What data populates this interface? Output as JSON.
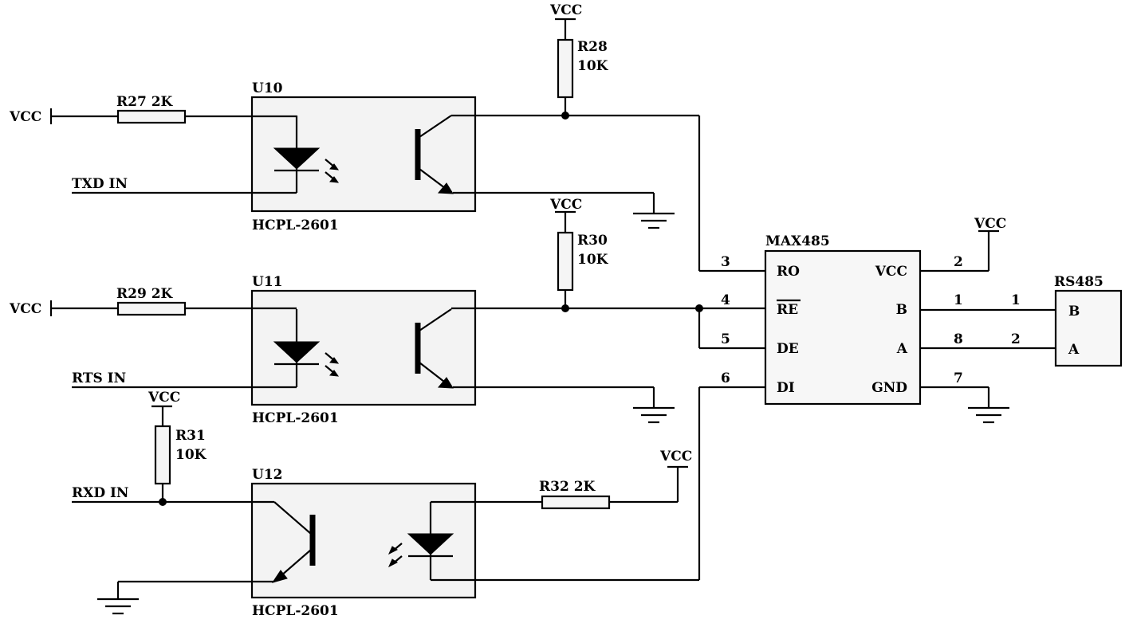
{
  "power": {
    "vcc": "VCC"
  },
  "signals": {
    "txd": "TXD IN",
    "rts": "RTS IN",
    "rxd": "RXD IN"
  },
  "resistors": {
    "r27": "R27 2K",
    "r28_ref": "R28",
    "r28_val": "10K",
    "r29": "R29 2K",
    "r30_ref": "R30",
    "r30_val": "10K",
    "r31_ref": "R31",
    "r31_val": "10K",
    "r32": "R32 2K"
  },
  "optocouplers": {
    "u10": {
      "ref": "U10",
      "part": "HCPL-2601"
    },
    "u11": {
      "ref": "U11",
      "part": "HCPL-2601"
    },
    "u12": {
      "ref": "U12",
      "part": "HCPL-2601"
    }
  },
  "max485": {
    "title": "MAX485",
    "pins_left": [
      {
        "num": "3",
        "name": "RO"
      },
      {
        "num": "4",
        "name": "RE"
      },
      {
        "num": "5",
        "name": "DE"
      },
      {
        "num": "6",
        "name": "DI"
      }
    ],
    "pins_right": [
      {
        "num": "2",
        "name": "VCC"
      },
      {
        "num": "1",
        "name": "B"
      },
      {
        "num": "8",
        "name": "A"
      },
      {
        "num": "7",
        "name": "GND"
      }
    ]
  },
  "rs485": {
    "title": "RS485",
    "pins": [
      {
        "num": "1",
        "name": "B"
      },
      {
        "num": "2",
        "name": "A"
      }
    ]
  }
}
